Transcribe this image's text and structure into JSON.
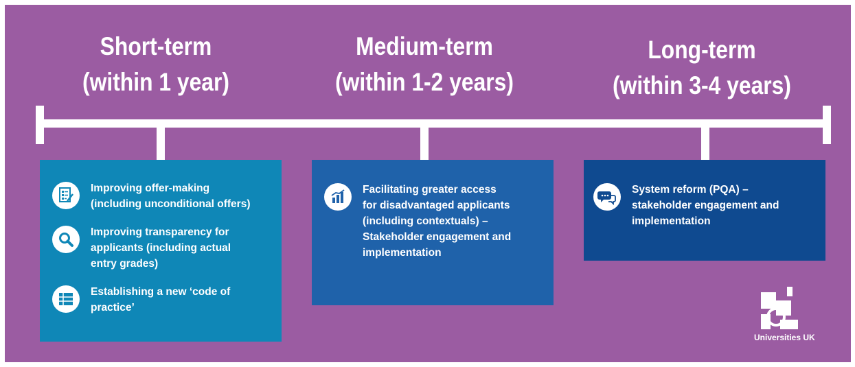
{
  "phases": [
    {
      "title_line1": "Short-term",
      "title_line2": "(within 1 year)"
    },
    {
      "title_line1": "Medium-term",
      "title_line2": "(within 1-2 years)"
    },
    {
      "title_line1": "Long-term",
      "title_line2": "(within 3-4 years)"
    }
  ],
  "short_term": {
    "items": [
      {
        "icon": "checklist-document-icon",
        "text": "Improving offer-making\n(including unconditional offers)"
      },
      {
        "icon": "magnifier-icon",
        "text": "Improving transparency for\napplicants (including actual\nentry grades)"
      },
      {
        "icon": "list-icon",
        "text": "Establishing a new ‘code of\npractice’"
      }
    ]
  },
  "medium_term": {
    "items": [
      {
        "icon": "bar-chart-icon",
        "text": "Facilitating greater access\nfor disadvantaged applicants\n(including contextuals) –\nStakeholder engagement and\nimplementation"
      }
    ]
  },
  "long_term": {
    "items": [
      {
        "icon": "speech-bubbles-icon",
        "text": "System reform (PQA) –\nstakeholder engagement and\nimplementation"
      }
    ]
  },
  "logo": {
    "text": "Universities UK"
  },
  "colors": {
    "background": "#9b5ca2",
    "short_box": "#0f87b7",
    "medium_box": "#1f62aa",
    "long_box": "#0f4a90",
    "timeline": "#ffffff"
  }
}
